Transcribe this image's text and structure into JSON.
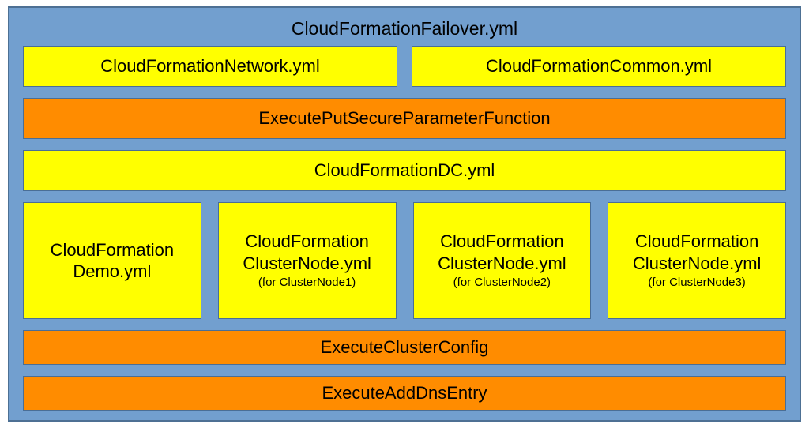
{
  "colors": {
    "container_blue": "#729FCF",
    "box_yellow": "#FFFF00",
    "box_orange": "#FF8C00"
  },
  "diagram": {
    "container_title": "CloudFormationFailover.yml",
    "top_row": {
      "network": "CloudFormationNetwork.yml",
      "common": "CloudFormationCommon.yml"
    },
    "put_secure_parameter": "ExecutePutSecureParameterFunction",
    "dc": "CloudFormationDC.yml",
    "demo": {
      "title": "CloudFormation Demo.yml"
    },
    "cluster_nodes": [
      {
        "title": "CloudFormation ClusterNode.yml",
        "note": "(for ClusterNode1)"
      },
      {
        "title": "CloudFormation ClusterNode.yml",
        "note": "(for ClusterNode2)"
      },
      {
        "title": "CloudFormation ClusterNode.yml",
        "note": "(for ClusterNode3)"
      }
    ],
    "cluster_config": "ExecuteClusterConfig",
    "add_dns_entry": "ExecuteAddDnsEntry"
  }
}
